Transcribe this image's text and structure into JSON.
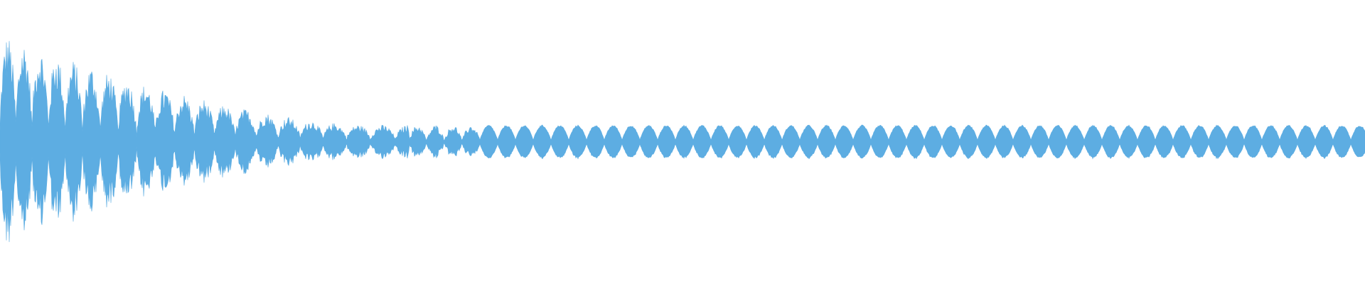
{
  "waveform": {
    "color": "#5DADE2",
    "background": "#FFFFFF",
    "envelope": {
      "description_free": true,
      "start_level": 0.78,
      "decay_segment_end": 0.27,
      "steady_level": 0.12
    }
  }
}
